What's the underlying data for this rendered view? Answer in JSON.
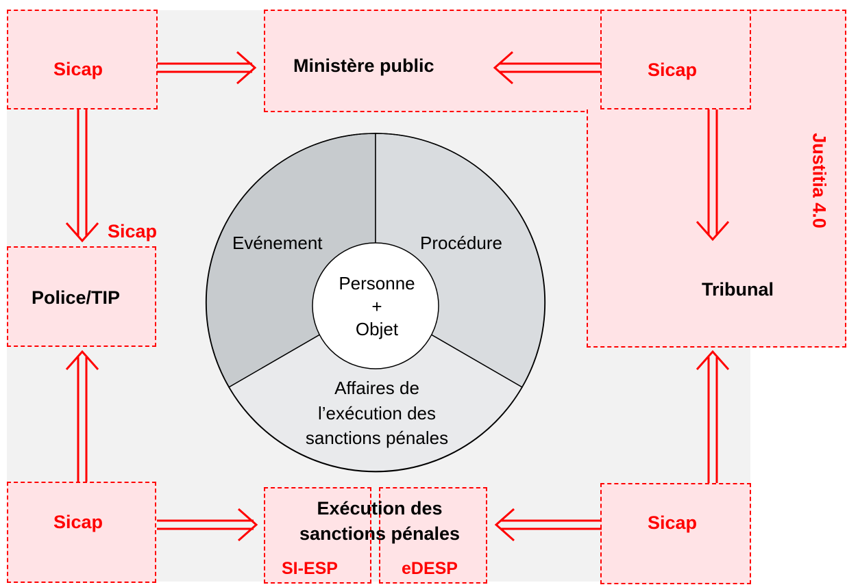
{
  "nodes": {
    "ministere_public": "Ministère public",
    "tribunal": "Tribunal",
    "police": "Police/TIP",
    "execution": [
      "Exécution des",
      "sanctions pénales"
    ]
  },
  "systems": {
    "sicap": "Sicap",
    "justitia": "Justitia 4.0",
    "si_esp": "SI-ESP",
    "edesp": "eDESP"
  },
  "wheel": {
    "segments": {
      "evenement": "Evénement",
      "procedure": "Procédure",
      "affaires": [
        "Affaires de",
        "l’exécution des",
        "sanctions pénales"
      ]
    },
    "center": [
      "Personne",
      "+",
      "Objet"
    ]
  },
  "colors": {
    "accent": "#ff0000",
    "box_fill": "#ffe3e6",
    "background": "#f2f2f2",
    "segment_dark": "#c7cbce",
    "segment_mid": "#d9dcdf",
    "segment_light": "#e9eaec"
  }
}
